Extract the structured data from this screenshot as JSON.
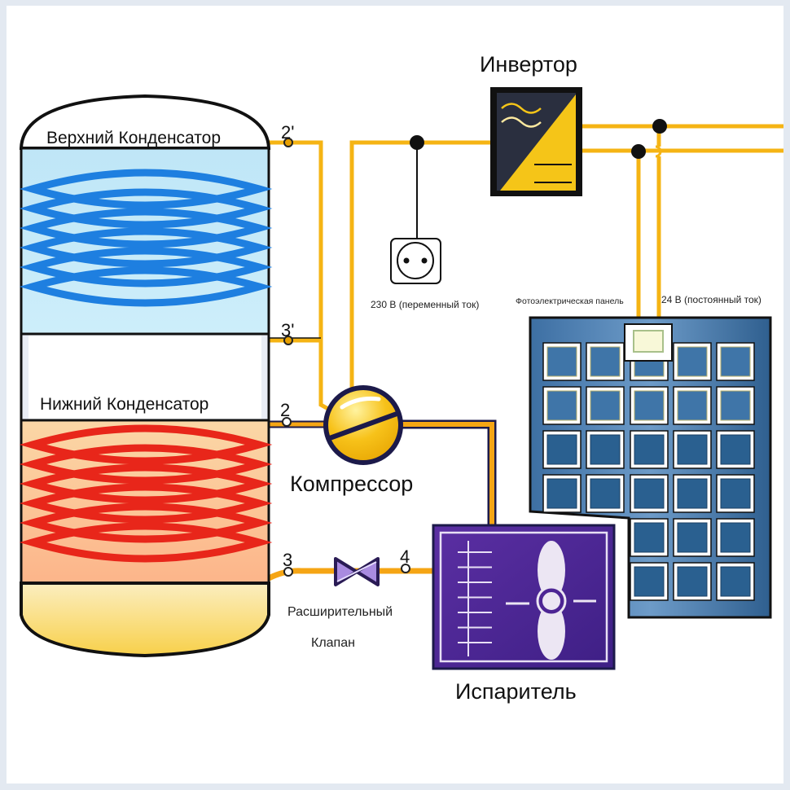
{
  "diagram": {
    "title": "Тепловой насос с солнечной панелью",
    "components": {
      "upper_condenser": {
        "label": "Верхний Конденсатор",
        "coil_color": "#1e7fe0",
        "fill_color": "#c9eaf7"
      },
      "lower_condenser": {
        "label": "Нижний Конденсатор",
        "coil_color": "#e8261a",
        "fill_color": "#fbd0a0"
      },
      "compressor": {
        "label": "Компрессор",
        "color": "#f7c21a"
      },
      "expansion_valve": {
        "label_line1": "Расширительный",
        "label_line2": "Клапан",
        "color": "#a98be0"
      },
      "evaporator": {
        "label": "Испаритель",
        "color": "#4d2594"
      },
      "inverter": {
        "label": "Инвертор",
        "dark_color": "#23283a",
        "accent_color": "#f5c518"
      },
      "socket": {
        "label": "230 В (переменный ток)"
      },
      "pv_panel": {
        "label": "Фотоэлектрическая панель",
        "dc_label": "24 В (постоянный ток)",
        "color": "#2f5f8f"
      }
    },
    "points": {
      "p2_prime": "2'",
      "p3_prime": "3'",
      "p2": "2",
      "p3": "3",
      "p4": "4"
    },
    "colors": {
      "pipe": "#f5b414",
      "pipe_outline": "#1c1a4a",
      "frame": "#e3e9f1"
    }
  }
}
